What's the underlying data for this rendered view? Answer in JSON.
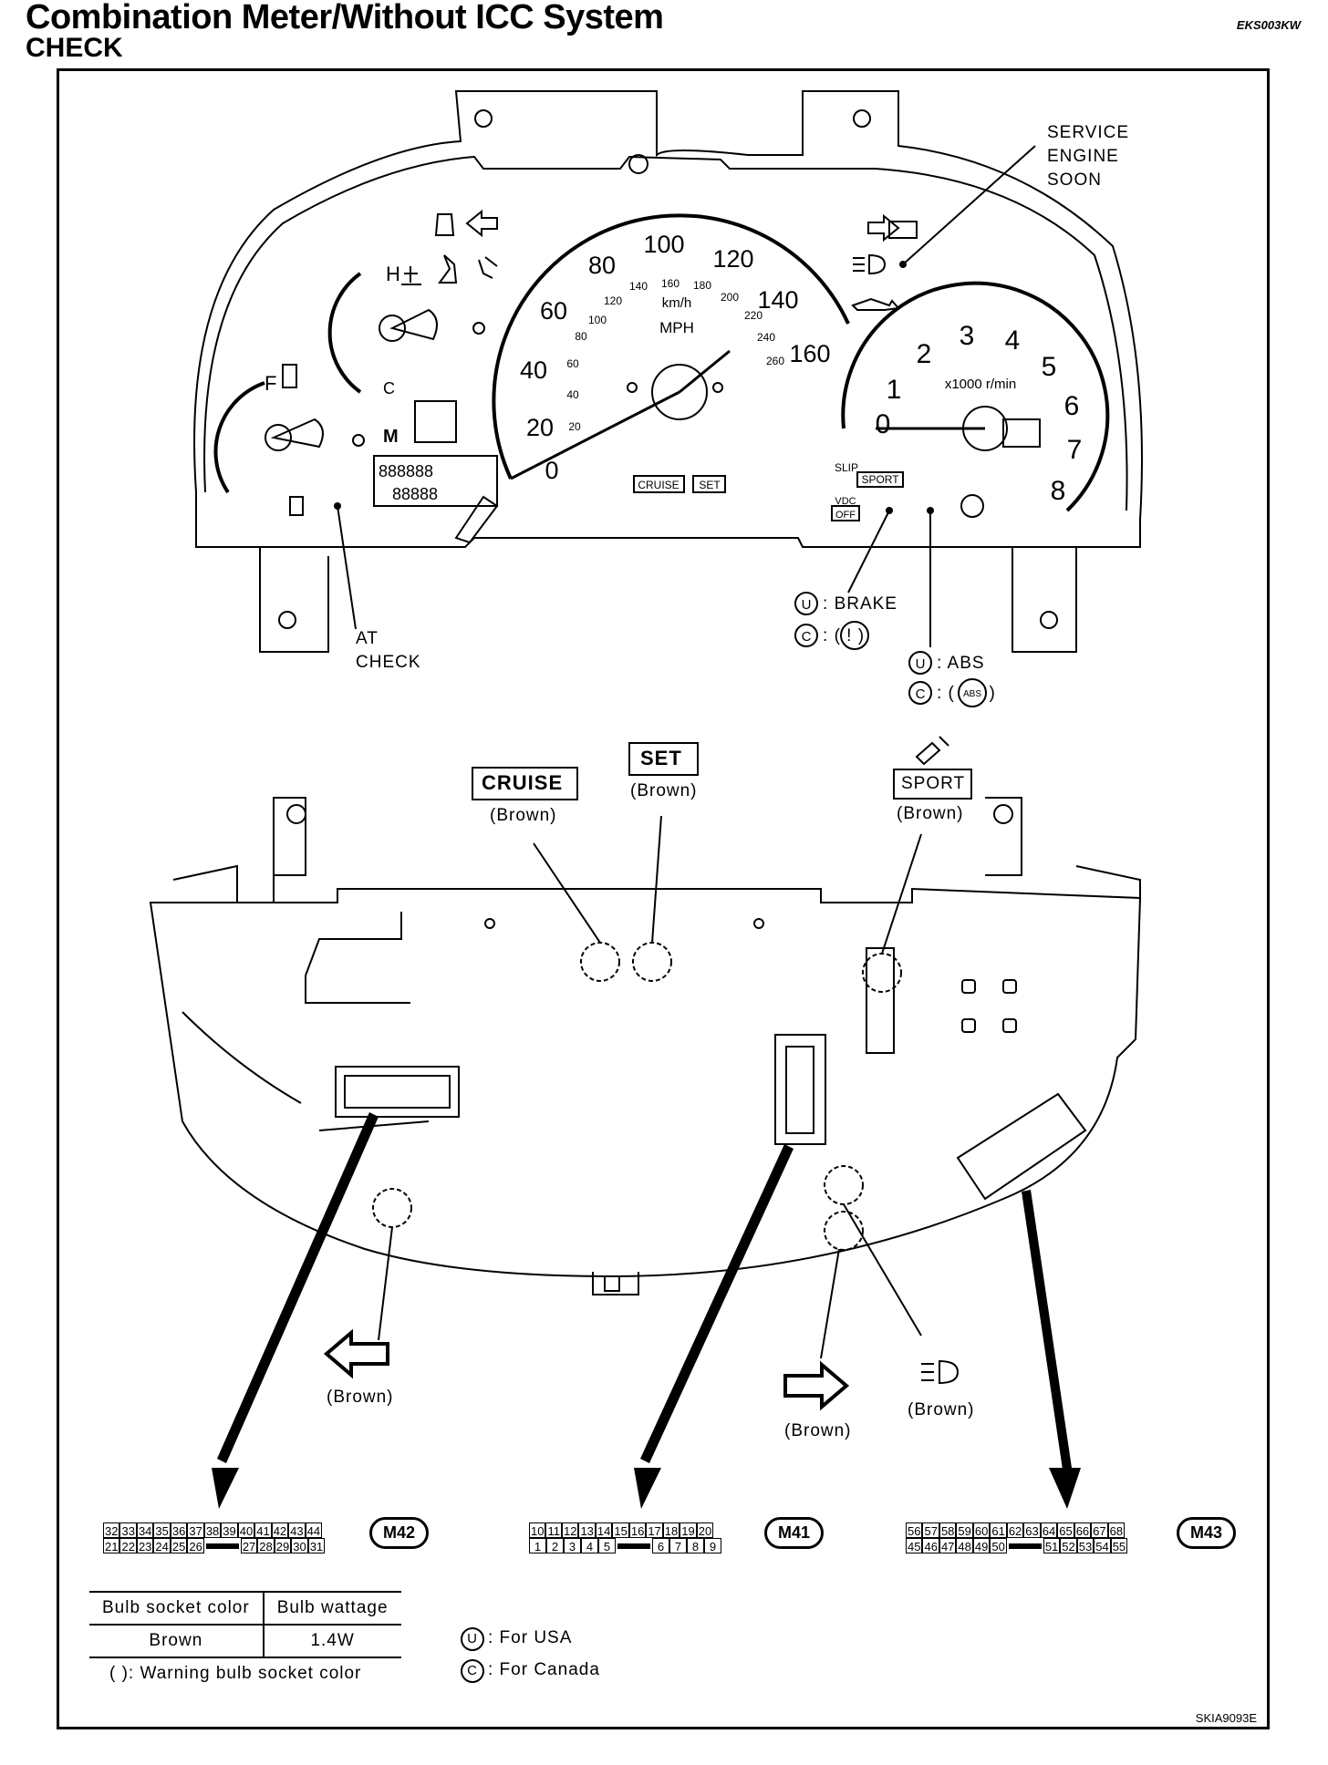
{
  "header": {
    "title": "Combination Meter/Without ICC System",
    "subtitle": "CHECK",
    "doc_id": "EKS003KW"
  },
  "figure_id": "SKIA9093E",
  "meter": {
    "speedo_mph": [
      "0",
      "20",
      "40",
      "60",
      "80",
      "100",
      "120",
      "140",
      "160"
    ],
    "speedo_kmh": [
      "20",
      "40",
      "60",
      "80",
      "100",
      "120",
      "140",
      "160",
      "180",
      "200",
      "220",
      "240",
      "260"
    ],
    "speedo_units_top": "km/h",
    "speedo_units": "MPH",
    "tacho_ticks": [
      "0",
      "1",
      "2",
      "3",
      "4",
      "5",
      "6",
      "7",
      "8"
    ],
    "tacho_units": "x1000 r/min",
    "temp_hot": "H",
    "temp_cold": "C",
    "fuel_full": "F",
    "gear_letter": "M",
    "odo_digits_1": "888888",
    "odo_digits_2": "88888",
    "cruise_lamp": "CRUISE",
    "set_lamp": "SET",
    "slip_label": "SLIP",
    "sport_lamp": "SPORT",
    "vdc_top": "VDC",
    "vdc_bottom": "OFF"
  },
  "callouts": {
    "service_engine_soon": [
      "SERVICE",
      "ENGINE",
      "SOON"
    ],
    "at_check": [
      "AT",
      "CHECK"
    ],
    "brake_usa": "BRAKE",
    "brake_canada": "( ! )",
    "abs_usa": "ABS",
    "abs_canada": "ABS"
  },
  "sockets": {
    "cruise": {
      "label": "CRUISE",
      "color": "(Brown)"
    },
    "set": {
      "label": "SET",
      "color": "(Brown)"
    },
    "sport": {
      "label": "SPORT",
      "color": "(Brown)"
    },
    "turn_left": {
      "color": "(Brown)"
    },
    "turn_right": {
      "color": "(Brown)"
    },
    "high_beam": {
      "color": "(Brown)"
    }
  },
  "connectors": [
    {
      "id": "M42",
      "top": [
        "32",
        "33",
        "34",
        "35",
        "36",
        "37",
        "38",
        "39",
        "40",
        "41",
        "42",
        "43",
        "44"
      ],
      "bottom_a": [
        "21",
        "22",
        "23",
        "24",
        "25",
        "26"
      ],
      "bottom_b": [
        "27",
        "28",
        "29",
        "30",
        "31"
      ]
    },
    {
      "id": "M41",
      "top": [
        "10",
        "11",
        "12",
        "13",
        "14",
        "15",
        "16",
        "17",
        "18",
        "19",
        "20"
      ],
      "bottom_a": [
        "1",
        "2",
        "3",
        "4",
        "5"
      ],
      "bottom_b": [
        "6",
        "7",
        "8",
        "9"
      ]
    },
    {
      "id": "M43",
      "top": [
        "56",
        "57",
        "58",
        "59",
        "60",
        "61",
        "62",
        "63",
        "64",
        "65",
        "66",
        "67",
        "68"
      ],
      "bottom_a": [
        "45",
        "46",
        "47",
        "48",
        "49",
        "50"
      ],
      "bottom_b": [
        "51",
        "52",
        "53",
        "54",
        "55"
      ]
    }
  ],
  "bulb_table": {
    "headers": [
      "Bulb socket color",
      "Bulb wattage"
    ],
    "row": [
      "Brown",
      "1.4W"
    ]
  },
  "warning_note": "(    ): Warning bulb socket color",
  "legend": {
    "u_symbol": "U",
    "u_text": ": For USA",
    "c_symbol": "C",
    "c_text": ": For Canada"
  }
}
